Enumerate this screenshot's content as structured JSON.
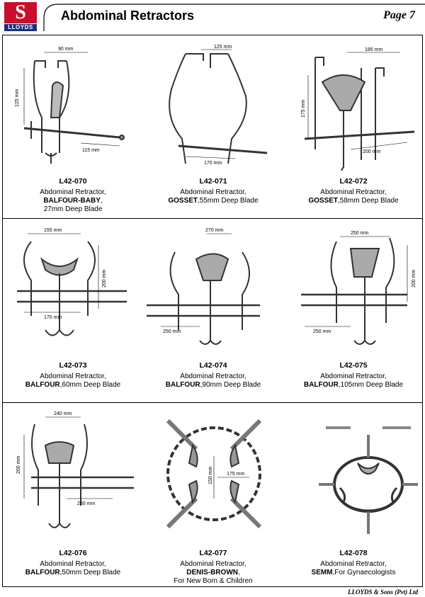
{
  "header": {
    "logo_letter": "S",
    "logo_name": "LLOYDS",
    "title": "Abdominal Retractors",
    "page": "Page 7"
  },
  "products": [
    {
      "code": "L42-070",
      "line1": "Abdominal Retractor,",
      "bold": "BALFOUR-BABY",
      "rest": ",",
      "line3": "27mm Deep Blade",
      "dims": [
        "90 mm",
        "125 mm",
        "115 mm"
      ]
    },
    {
      "code": "L42-071",
      "line1": "Abdominal Retractor,",
      "bold": "GOSSET",
      "rest": ",55mm Deep Blade",
      "line3": "",
      "dims": [
        "125 mm",
        "170 mm"
      ]
    },
    {
      "code": "L42-072",
      "line1": "Abdominal Retractor,",
      "bold": "GOSSET",
      "rest": ",58mm Deep Blade",
      "line3": "",
      "dims": [
        "185 mm",
        "175 mm",
        "200 mm"
      ]
    },
    {
      "code": "L42-073",
      "line1": "Abdominal Retractor,",
      "bold": "BALFOUR",
      "rest": ",60mm Deep Blade",
      "line3": "",
      "dims": [
        "155 mm",
        "200 mm",
        "170 mm"
      ]
    },
    {
      "code": "L42-074",
      "line1": "Abdominal Retractor,",
      "bold": "BALFOUR",
      "rest": ",90mm Deep Blade",
      "line3": "",
      "dims": [
        "270 mm",
        "250 mm"
      ]
    },
    {
      "code": "L42-075",
      "line1": "Abdominal Retractor,",
      "bold": "BALFOUR",
      "rest": ",105mm Deep Blade",
      "line3": "",
      "dims": [
        "250 mm",
        "200 mm",
        "250 mm"
      ]
    },
    {
      "code": "L42-076",
      "line1": "Abdominal Retractor,",
      "bold": "BALFOUR",
      "rest": ",50mm Deep Blade",
      "line3": "",
      "dims": [
        "240 mm",
        "200 mm",
        "250 mm"
      ]
    },
    {
      "code": "L42-077",
      "line1": "Abdominal Retractor,",
      "bold": "DENIS-BROWN",
      "rest": ",",
      "line3": "For New Born & Children",
      "dims": [
        "150 mm",
        "175 mm"
      ]
    },
    {
      "code": "L42-078",
      "line1": "Abdominal Retractor,",
      "bold": "SEMM",
      "rest": ",For Gynaecologists",
      "line3": "",
      "dims": []
    }
  ],
  "footer": {
    "company": "LLOYDS & Sons (Pvt) Ltd"
  }
}
